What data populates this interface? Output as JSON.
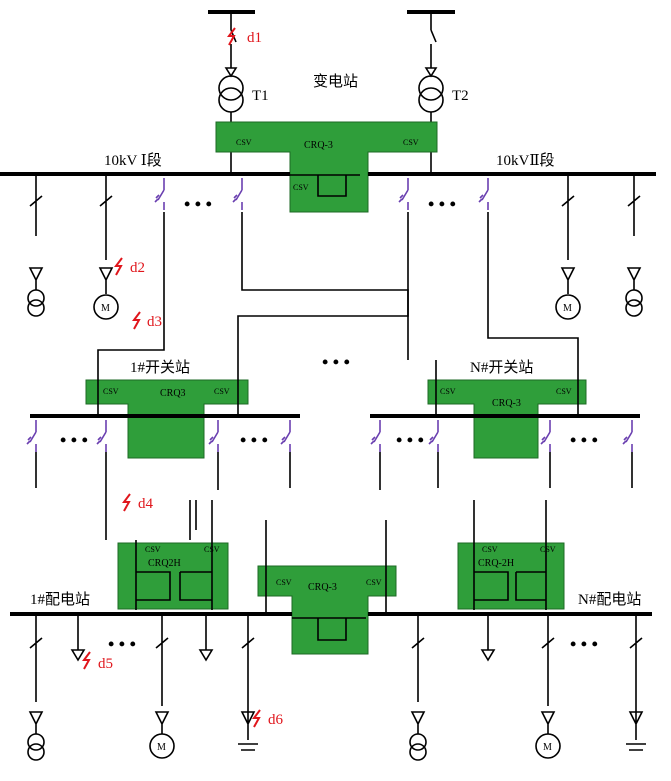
{
  "labels": {
    "substation": "变电站",
    "t1": "T1",
    "t2": "T2",
    "bus_left": "10kV Ⅰ段",
    "bus_right": "10kVⅡ段",
    "switch1": "1#开关站",
    "switchN": "N#开关站",
    "dist1": "1#配电站",
    "distN": "N#配电站"
  },
  "devices": {
    "crq_sub": "CRQ-3",
    "crq_sw1": "CRQ3",
    "crq_swN": "CRQ-3",
    "crq_d1": "CRQ2H",
    "crq_mid": "CRQ-3",
    "crq_dN": "CRQ-2H",
    "csv": "CSV",
    "motor": "M"
  },
  "faults": [
    "d1",
    "d2",
    "d3",
    "d4",
    "d5",
    "d6"
  ],
  "ellipsis": "• • •",
  "colors": {
    "box": "#2f9e3a",
    "feeder": "#6a3fb0",
    "fault": "#e0161c"
  }
}
